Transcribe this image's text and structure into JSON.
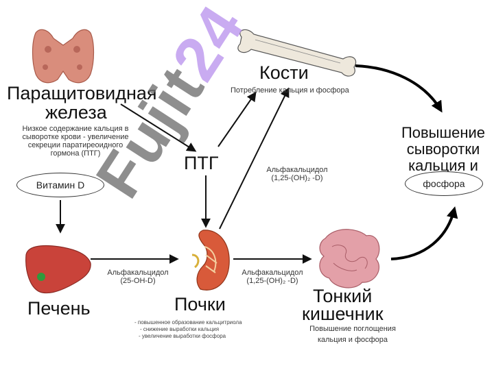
{
  "nodes": {
    "parathyroid": {
      "title_line1": "Паращитовидная",
      "title_line2": "железа",
      "note_lines": [
        "Низкое содержание кальция в",
        "сыворотке крови - увеличение",
        "секреции паратиреоидного",
        "гормона (ПТГ)"
      ]
    },
    "bones": {
      "title": "Кости",
      "note": "Потребление кальция и фосфора"
    },
    "result": {
      "title_lines": [
        "Повышение",
        "сыворотки",
        "кальция и"
      ],
      "ellipse_label": "фосфора"
    },
    "ptg": {
      "label": "ПТГ"
    },
    "vitamin_d": {
      "label": "Витамин D"
    },
    "liver": {
      "title": "Печень"
    },
    "kidneys": {
      "title": "Почки",
      "note_lines": [
        "- повышенное образование кальцитриола",
        "- снижение выработки кальция",
        "- увеличение выработки фосфора"
      ]
    },
    "intestine": {
      "title_line1": "Тонкий",
      "title_line2": "кишечник",
      "note_lines": [
        "Повышение поглощения",
        "кальция и фосфора"
      ]
    }
  },
  "edge_labels": {
    "liver_to_kidney": {
      "line1": "Альфакальцидол",
      "line2": "(25-ОН-D)"
    },
    "kidney_to_bone": {
      "line1": "Альфакальцидол",
      "line2": "(1,25-(OH)₂ -D)"
    },
    "kidney_to_intestine": {
      "line1": "Альфакальцидол",
      "line2": "(1,25-(OH)₂ -D)"
    }
  },
  "watermark": {
    "prefix": "Fujit",
    "suffix": "24"
  },
  "colors": {
    "arrow": "#111111",
    "thyroid": "#d98d7c",
    "liver": "#c9433a",
    "liver_gallbladder": "#2f9a3c",
    "kidney": "#d85a3a",
    "intestine": "#e3a0a8",
    "bone": "#eee8dc"
  }
}
